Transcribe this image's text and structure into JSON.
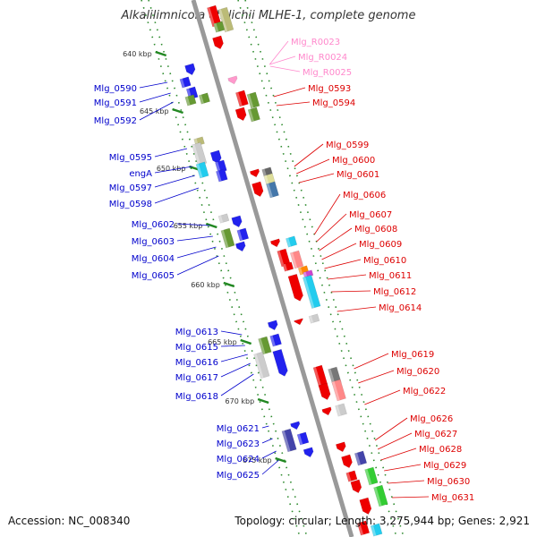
{
  "title": "Alkalilimnicola ehrlichii MLHE-1, complete genome",
  "accession_text": "Accession: NC_008340",
  "summary_text": "Topology: circular; Length: 3,275,944 bp; Genes: 2,921",
  "colors": {
    "left_label": "#0000cc",
    "right_label": "#dd0000",
    "rna_label": "#ff88cc",
    "kbp_tick": "#228822",
    "backbone": "#999999"
  },
  "kbp_marks": [
    {
      "label": "640 kbp"
    },
    {
      "label": "645 kbp"
    },
    {
      "label": "650 kbp"
    },
    {
      "label": "655 kbp"
    },
    {
      "label": "660 kbp"
    },
    {
      "label": "665 kbp"
    },
    {
      "label": "670 kbp"
    },
    {
      "label": "675 kbp"
    }
  ],
  "left_labels": [
    "Mlg_0590",
    "Mlg_0591",
    "Mlg_0592",
    "Mlg_0595",
    "engA",
    "Mlg_0597",
    "Mlg_0598",
    "Mlg_0602",
    "Mlg_0603",
    "Mlg_0604",
    "Mlg_0605",
    "Mlg_0613",
    "Mlg_0615",
    "Mlg_0616",
    "Mlg_0617",
    "Mlg_0618",
    "Mlg_0621",
    "Mlg_0623",
    "Mlg_0624",
    "Mlg_0625"
  ],
  "right_labels": [
    "Mlg_R0023",
    "Mlg_R0024",
    "Mlg_R0025",
    "Mlg_0593",
    "Mlg_0594",
    "Mlg_0599",
    "Mlg_0600",
    "Mlg_0601",
    "Mlg_0606",
    "Mlg_0607",
    "Mlg_0608",
    "Mlg_0609",
    "Mlg_0610",
    "Mlg_0611",
    "Mlg_0612",
    "Mlg_0614",
    "Mlg_0619",
    "Mlg_0620",
    "Mlg_0622",
    "Mlg_0626",
    "Mlg_0627",
    "Mlg_0628",
    "Mlg_0629",
    "Mlg_0630",
    "Mlg_0631"
  ]
}
